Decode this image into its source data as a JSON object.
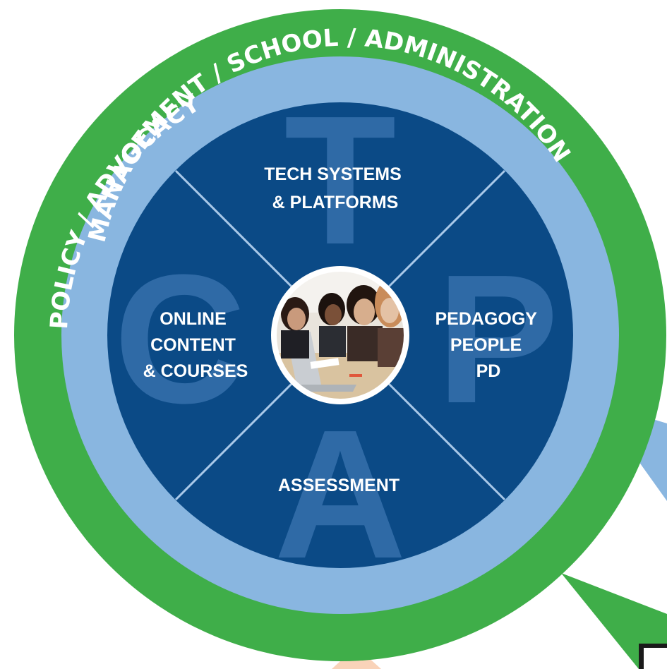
{
  "rings": {
    "outer": {
      "label": "POLICY / ADVOCACY",
      "color": "#3fae49"
    },
    "middle": {
      "label": "MANAGEMENT / SCHOOL / ADMINISTRATION",
      "color": "#89b6e0"
    }
  },
  "core": {
    "color": "#0b4a86",
    "ghost_color": "#2f6aa6",
    "divider_color": "#a9c8e8"
  },
  "quadrants": {
    "top": {
      "letter": "T",
      "line1": "TECH SYSTEMS",
      "line2": "& PLATFORMS"
    },
    "left": {
      "letter": "C",
      "line1": "ONLINE",
      "line2": "CONTENT",
      "line3": "& COURSES"
    },
    "right": {
      "letter": "P",
      "line1": "PEDAGOGY",
      "line2": "PEOPLE",
      "line3": "PD"
    },
    "bottom": {
      "letter": "A",
      "line1": "ASSESSMENT"
    }
  },
  "center_photo": {
    "icon": "students-at-laptop-photo"
  }
}
